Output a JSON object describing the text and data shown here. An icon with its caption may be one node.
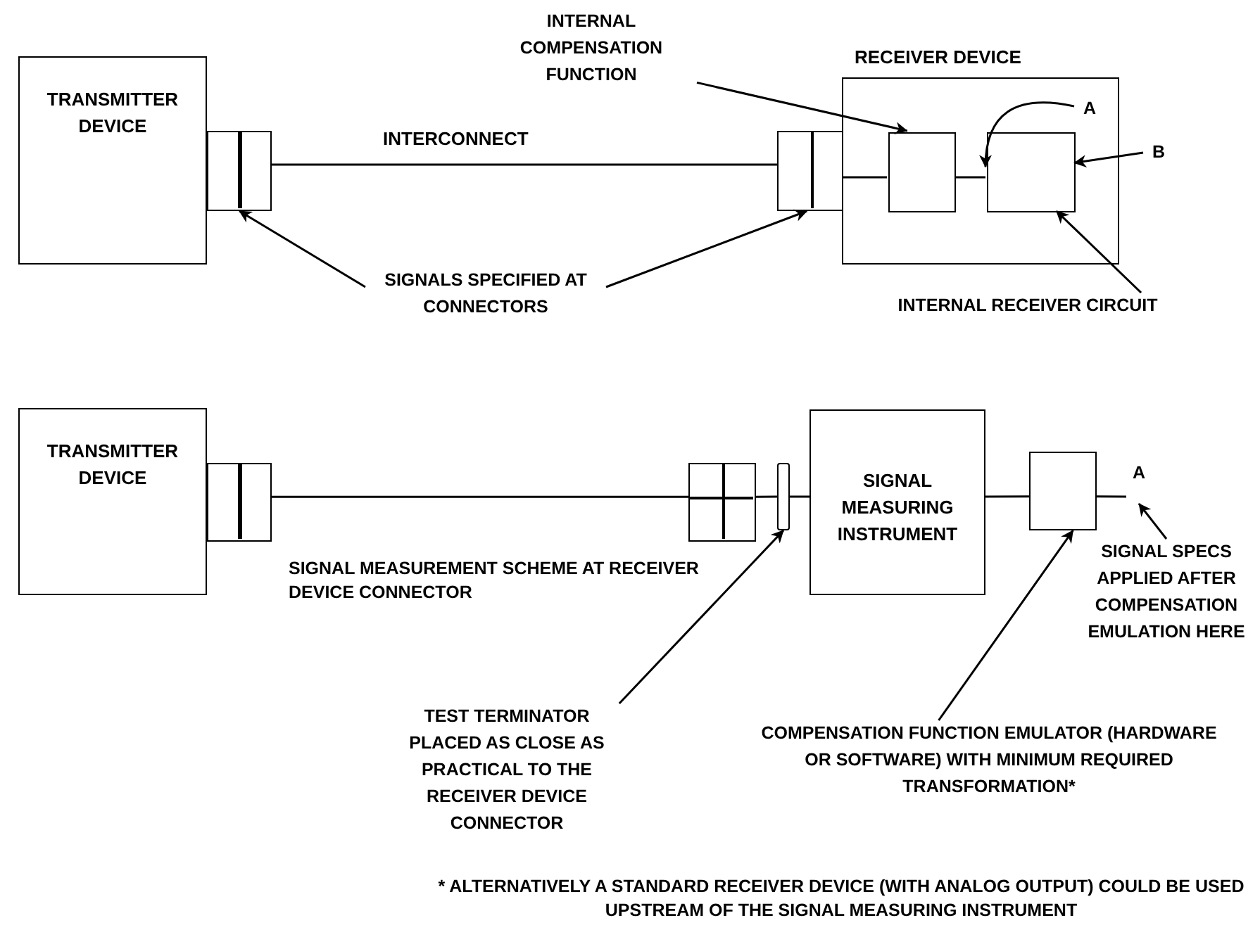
{
  "diagram": {
    "nodes": [
      {
        "text": [
          "TRANSMITTER DEVICE"
        ]
      },
      {
        "text": [],
        "shape": "box"
      },
      {
        "text": [],
        "shape": "box"
      },
      {
        "text": [
          "RECEIVER DEVICE"
        ]
      },
      {
        "text": [],
        "shape": "box",
        "in": 3
      },
      {
        "text": [],
        "shape": "box",
        "in": 3
      },
      {
        "text": [
          "INTERNAL COMPENSATION FUNCTION"
        ]
      },
      {
        "text": [
          "SIGNALS SPECIFIED AT CONNECTORS"
        ]
      },
      {
        "text": [
          "INTERNAL RECEIVER CIRCUIT"
        ]
      },
      {
        "text": [
          "A"
        ],
        "in": 3
      },
      {
        "text": [
          "B"
        ]
      },
      {
        "text": [
          "TRANSMITTER DEVICE"
        ]
      },
      {
        "text": [],
        "shape": "box"
      },
      {
        "text": [],
        "shape": "box"
      },
      {
        "text": [],
        "shape": "bar"
      },
      {
        "text": [
          "SIGNAL MEASURING INSTRUMENT"
        ]
      },
      {
        "text": [],
        "shape": "box"
      },
      {
        "text": [
          "A"
        ]
      },
      {
        "text": [
          "SIGNAL SPECS APPLIED AFTER COMPENSATION EMULATION HERE"
        ]
      },
      {
        "text": [
          "TEST TERMINATOR PLACED AS CLOSE AS PRACTICAL TO THE RECEIVER DEVICE CONNECTOR"
        ]
      },
      {
        "text": [
          "COMPENSATION FUNCTION EMULATOR (HARDWARE OR SOFTWARE) WITH MINIMUM REQUIRED TRANSFORMATION*"
        ]
      }
    ],
    "edges": [
      {
        "from": 1,
        "to": 2,
        "arrow": "none",
        "label": "INTERCONNECT"
      },
      {
        "from": 2,
        "to": 4,
        "arrow": "none"
      },
      {
        "from": 4,
        "to": 5,
        "arrow": "none"
      },
      {
        "from": 6,
        "to": 4,
        "arrow": "to"
      },
      {
        "from": 7,
        "to": 1,
        "arrow": "to"
      },
      {
        "from": 7,
        "to": 2,
        "arrow": "to"
      },
      {
        "from": 8,
        "to": 5,
        "arrow": "to"
      },
      {
        "from": 9,
        "to": 5,
        "arrow": "to"
      },
      {
        "from": 10,
        "to": 5,
        "arrow": "to"
      },
      {
        "from": 12,
        "to": 13,
        "arrow": "none"
      },
      {
        "from": 13,
        "to": 14,
        "arrow": "none"
      },
      {
        "from": 14,
        "to": 15,
        "arrow": "none"
      },
      {
        "from": 15,
        "to": 16,
        "arrow": "none"
      },
      {
        "from": 16,
        "to": 17,
        "arrow": "none"
      },
      {
        "from": 18,
        "to": 17,
        "arrow": "to"
      },
      {
        "from": 19,
        "to": 14,
        "arrow": "to"
      },
      {
        "from": 20,
        "to": 16,
        "arrow": "to"
      }
    ],
    "labels": [
      "SIGNAL MEASUREMENT SCHEME AT RECEIVER DEVICE CONNECTOR",
      "* ALTERNATIVELY A STANDARD RECEIVER DEVICE (WITH ANALOG OUTPUT) COULD BE USED UPSTREAM OF THE SIGNAL MEASURING INSTRUMENT"
    ]
  }
}
